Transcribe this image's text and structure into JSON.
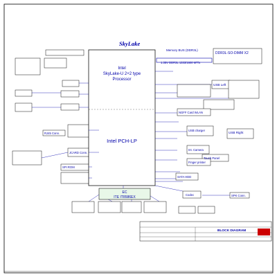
{
  "title": "SkyLake",
  "cpu": {
    "line1": "Intel",
    "line2": "SkyLake-U 2+2 type",
    "line3": "Processor",
    "pch": "Intel PCH-LP"
  },
  "memory": {
    "bus": "Memory BUS (DDR3L)",
    "dimm": "DDR3L-SO-DIMM X2",
    "voltage": "1.35V DDR3L 1333/1600 MT/s"
  },
  "ec": {
    "name": "EC",
    "part": "ITE IT8586EX"
  },
  "blocks": {
    "usb_left": "USB Left",
    "usb_right": "USB Right",
    "ngff": "NGFF Card WLAN",
    "usb_charger": "USB charger",
    "camera": "Int. Camera",
    "finger": "Finger printer",
    "touch_panel": "Touch Panel",
    "sata_hdd": "SATA HDD",
    "rj45": "RJ45 Conn.",
    "jcard": "JCARD Conn.",
    "spi_rom": "SPI ROM",
    "codec": "Codec",
    "spk": "SPK Conn."
  },
  "footer": {
    "title": "BLOCK DIAGRAM"
  },
  "colors": {
    "wire": "#0000aa",
    "box": "#111111",
    "ec_fill": "#e8f7e8",
    "title_block": "#cc0000"
  }
}
